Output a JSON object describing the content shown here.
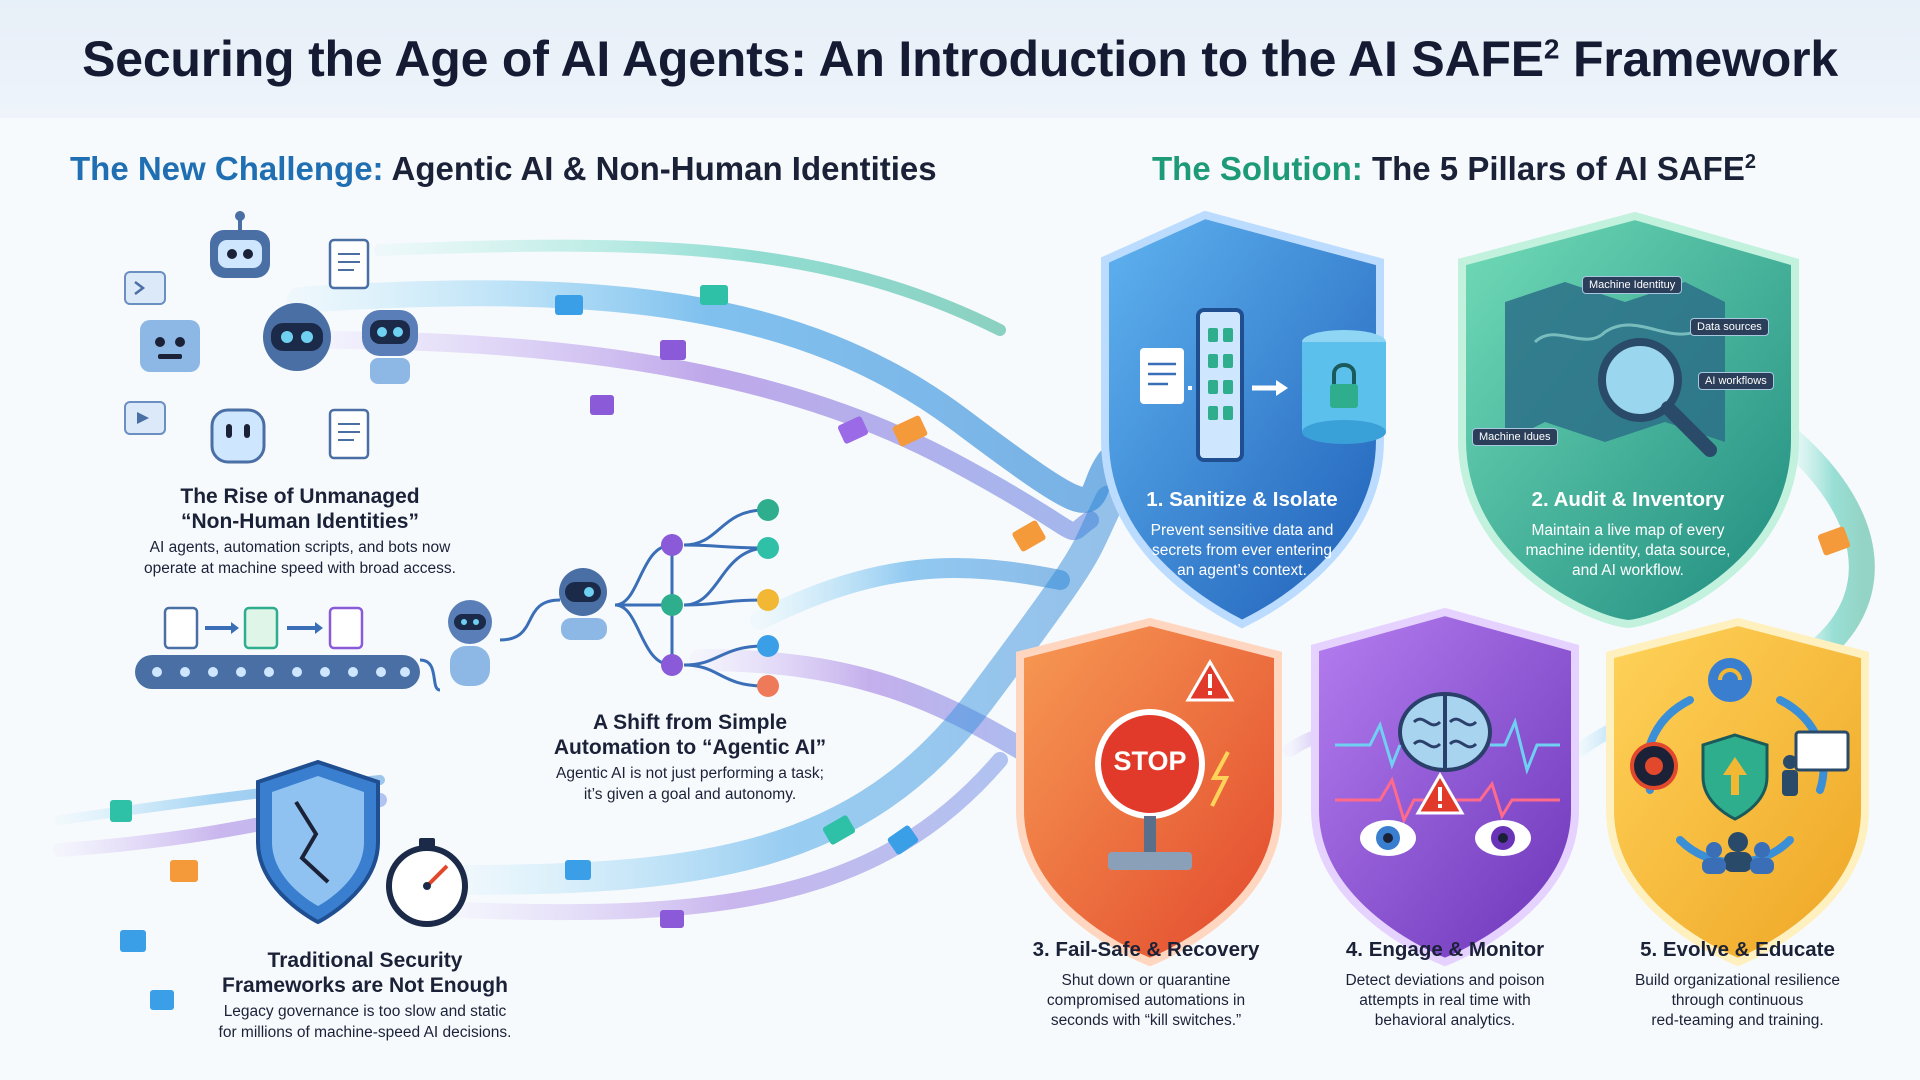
{
  "title": {
    "main": "Securing the Age of AI Agents: An Introduction to the AI SAFE",
    "sup": "2",
    "tail": " Framework"
  },
  "challenge": {
    "lead": "The New Challenge:",
    "rest": " Agentic AI & Non-Human Identities",
    "items": [
      {
        "title_line1": "The Rise of Unmanaged",
        "title_line2": "“Non-Human Identities”",
        "body_line1": "AI agents, automation scripts, and bots now",
        "body_line2": "operate at machine speed with broad access."
      },
      {
        "title_line1": "A Shift from Simple",
        "title_line2": "Automation to “Agentic AI”",
        "body_line1": "Agentic AI is not just performing a task;",
        "body_line2": "it’s given a goal and autonomy."
      },
      {
        "title_line1": "Traditional Security",
        "title_line2": "Frameworks are Not Enough",
        "body_line1": "Legacy governance is too slow and static",
        "body_line2": "for millions of machine-speed AI decisions."
      }
    ]
  },
  "solution": {
    "lead": "The Solution:",
    "rest": " The 5 Pillars of AI SAFE",
    "sup": "2",
    "pillars": [
      {
        "title": "1. Sanitize & Isolate",
        "body_line1": "Prevent sensitive data and",
        "body_line2": "secrets from ever entering",
        "body_line3": "an agent’s context.",
        "color": "#2f86d6"
      },
      {
        "title": "2. Audit & Inventory",
        "body_line1": "Maintain a live map of every",
        "body_line2": "machine identity, data source,",
        "body_line3": "and AI workflow.",
        "color": "#2fae8e"
      },
      {
        "title": "3. Fail-Safe & Recovery",
        "body_line1": "Shut down or quarantine",
        "body_line2": "compromised automations in",
        "body_line3": "seconds with “kill switches.”",
        "color": "#ef6a3a"
      },
      {
        "title": "4. Engage & Monitor",
        "body_line1": "Detect deviations and poison",
        "body_line2": "attempts in real time with",
        "body_line3": "behavioral analytics.",
        "color": "#8a4fd0"
      },
      {
        "title": "5. Evolve & Educate",
        "body_line1": "Build organizational resilience",
        "body_line2": "through continuous",
        "body_line3": "red-teaming and training.",
        "color": "#f2b834"
      }
    ],
    "map_labels": {
      "identity": "Machine Identituy",
      "sources": "Data sources",
      "workflows": "AI workflows",
      "idles": "Machine Idues"
    },
    "stop_label": "STOP"
  },
  "colors": {
    "accent_blue": "#1f6fb2",
    "accent_green": "#1d9a78",
    "flow_cyan": "#3ab6e8",
    "flow_purple": "#8a5ad8",
    "flow_teal": "#2fc0a8"
  },
  "icons": [
    "robot-icon",
    "document-icon",
    "conveyor-icon",
    "network-icon",
    "shield-icon",
    "stopwatch-icon",
    "lock-icon",
    "magnifier-icon",
    "stop-sign-icon",
    "brain-icon",
    "eye-icon",
    "cycle-icon"
  ]
}
